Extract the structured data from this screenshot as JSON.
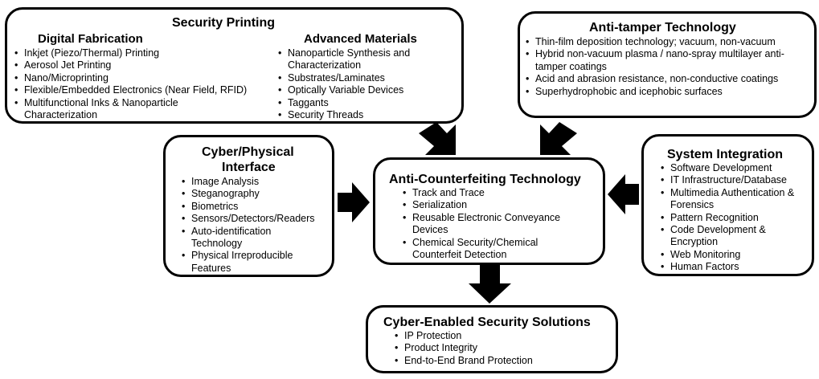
{
  "security_printing": {
    "title": "Security Printing",
    "digital_fabrication": {
      "title": "Digital Fabrication",
      "items": [
        "Inkjet (Piezo/Thermal) Printing",
        "Aerosol Jet Printing",
        "Nano/Microprinting",
        "Flexible/Embedded Electronics (Near Field, RFID)",
        "Multifunctional Inks & Nanoparticle Characterization"
      ]
    },
    "advanced_materials": {
      "title": "Advanced  Materials",
      "items": [
        "Nanoparticle Synthesis and Characterization",
        "Substrates/Laminates",
        "Optically Variable Devices",
        "Taggants",
        "Security Threads"
      ]
    }
  },
  "anti_tamper": {
    "title": "Anti-tamper  Technology",
    "items": [
      "Thin-film deposition technology;  vacuum, non-vacuum",
      "Hybrid non-vacuum plasma / nano-spray multilayer anti-tamper coatings",
      "Acid and abrasion resistance, non-conductive coatings",
      "Superhydrophobic and icephobic surfaces"
    ]
  },
  "cyber_physical": {
    "title_line1": "Cyber/Physical",
    "title_line2": "Interface",
    "items": [
      "Image Analysis",
      "Steganography",
      "Biometrics",
      "Sensors/Detectors/Readers",
      "Auto-identification Technology",
      "Physical Irreproducible Features"
    ]
  },
  "anti_counterfeiting": {
    "title": "Anti-Counterfeiting  Technology",
    "items": [
      "Track and Trace",
      "Serialization",
      "Reusable Electronic Conveyance Devices",
      "Chemical Security/Chemical Counterfeit Detection"
    ]
  },
  "system_integration": {
    "title": "System Integration",
    "items": [
      "Software Development",
      "IT Infrastructure/Database",
      "Multimedia Authentication & Forensics",
      "Pattern Recognition",
      "Code Development  & Encryption",
      "Web Monitoring",
      "Human Factors"
    ]
  },
  "cyber_enabled": {
    "title": "Cyber-Enabled  Security Solutions",
    "items": [
      "IP Protection",
      "Product Integrity",
      "End-to-End Brand Protection"
    ]
  }
}
